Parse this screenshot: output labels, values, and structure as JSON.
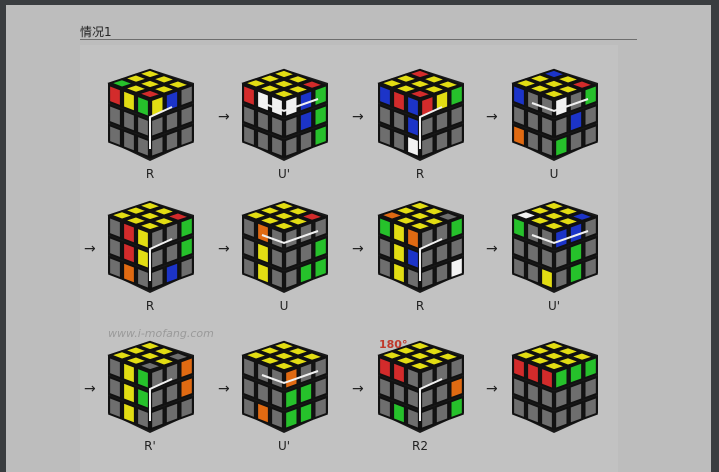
{
  "section_title": "情况1",
  "watermark": "www.i-mofang.com",
  "rotation_label": "180°",
  "arrow_glyph": "→",
  "colors": {
    "page": "#bdbdbd",
    "panel": "#c2c2c2",
    "yellow": "#e2dd13",
    "red": "#d32b2b",
    "blue": "#1c34c8",
    "green": "#26c12b",
    "orange": "#e06a12",
    "white": "#f2f2f2",
    "gray": "#6e6e6e",
    "arrow": "#f0f0f0"
  },
  "steps": [
    {
      "move": "R",
      "top": [
        "g",
        "y",
        "y",
        "y",
        "y",
        "y",
        "r",
        "y",
        "y"
      ],
      "front": [
        "r",
        "y",
        "g",
        "x",
        "x",
        "x",
        "x",
        "x",
        "x"
      ],
      "right": [
        "y",
        "b",
        "x",
        "x",
        "x",
        "x",
        "x",
        "x",
        "x"
      ]
    },
    {
      "move": "U'",
      "top": [
        "y",
        "y",
        "y",
        "y",
        "y",
        "y",
        "y",
        "y",
        "r"
      ],
      "front": [
        "r",
        "w",
        "w",
        "x",
        "x",
        "x",
        "x",
        "x",
        "x"
      ],
      "right": [
        "w",
        "b",
        "g",
        "x",
        "b",
        "g",
        "x",
        "x",
        "g"
      ]
    },
    {
      "move": "R",
      "top": [
        "y",
        "y",
        "r",
        "y",
        "y",
        "y",
        "r",
        "y",
        "y"
      ],
      "front": [
        "b",
        "r",
        "b",
        "x",
        "x",
        "b",
        "x",
        "x",
        "w"
      ],
      "right": [
        "r",
        "y",
        "g",
        "x",
        "x",
        "x",
        "x",
        "x",
        "x"
      ]
    },
    {
      "move": "U",
      "top": [
        "y",
        "y",
        "b",
        "y",
        "y",
        "y",
        "y",
        "y",
        "r"
      ],
      "front": [
        "b",
        "x",
        "x",
        "x",
        "x",
        "x",
        "o",
        "x",
        "x"
      ],
      "right": [
        "w",
        "x",
        "g",
        "x",
        "b",
        "x",
        "g",
        "x",
        "x"
      ]
    },
    {
      "move": "R",
      "top": [
        "y",
        "y",
        "y",
        "y",
        "y",
        "y",
        "y",
        "y",
        "r"
      ],
      "front": [
        "x",
        "r",
        "y",
        "x",
        "r",
        "y",
        "x",
        "o",
        "x"
      ],
      "right": [
        "x",
        "x",
        "g",
        "x",
        "x",
        "g",
        "x",
        "b",
        "x"
      ]
    },
    {
      "move": "U",
      "top": [
        "y",
        "y",
        "y",
        "y",
        "y",
        "y",
        "y",
        "y",
        "r"
      ],
      "front": [
        "x",
        "o",
        "x",
        "x",
        "y",
        "x",
        "x",
        "y",
        "x"
      ],
      "right": [
        "x",
        "x",
        "x",
        "x",
        "x",
        "g",
        "x",
        "g",
        "g"
      ]
    },
    {
      "move": "R",
      "top": [
        "o",
        "y",
        "y",
        "y",
        "y",
        "y",
        "y",
        "y",
        "x"
      ],
      "front": [
        "g",
        "y",
        "o",
        "x",
        "y",
        "b",
        "x",
        "y",
        "x"
      ],
      "right": [
        "x",
        "x",
        "g",
        "x",
        "x",
        "x",
        "x",
        "x",
        "w"
      ]
    },
    {
      "move": "U'",
      "top": [
        "w",
        "y",
        "y",
        "y",
        "y",
        "y",
        "y",
        "y",
        "b"
      ],
      "front": [
        "g",
        "x",
        "x",
        "x",
        "x",
        "x",
        "x",
        "x",
        "y"
      ],
      "right": [
        "b",
        "b",
        "x",
        "x",
        "g",
        "x",
        "x",
        "g",
        "x"
      ]
    },
    {
      "move": "R'",
      "top": [
        "y",
        "y",
        "y",
        "y",
        "y",
        "y",
        "x",
        "y",
        "x"
      ],
      "front": [
        "x",
        "y",
        "g",
        "x",
        "y",
        "g",
        "x",
        "y",
        "x"
      ],
      "right": [
        "x",
        "x",
        "o",
        "x",
        "x",
        "o",
        "x",
        "x",
        "x"
      ]
    },
    {
      "move": "U'",
      "top": [
        "y",
        "y",
        "y",
        "y",
        "y",
        "y",
        "y",
        "y",
        "y"
      ],
      "front": [
        "x",
        "x",
        "x",
        "x",
        "x",
        "x",
        "x",
        "o",
        "x"
      ],
      "right": [
        "o",
        "x",
        "x",
        "g",
        "g",
        "x",
        "g",
        "g",
        "x"
      ]
    },
    {
      "move": "R2",
      "top": [
        "y",
        "y",
        "y",
        "y",
        "y",
        "y",
        "y",
        "y",
        "y"
      ],
      "front": [
        "r",
        "r",
        "x",
        "x",
        "x",
        "x",
        "x",
        "g",
        "x"
      ],
      "right": [
        "x",
        "x",
        "x",
        "x",
        "x",
        "o",
        "x",
        "x",
        "g"
      ]
    },
    {
      "move": "",
      "top": [
        "y",
        "y",
        "y",
        "y",
        "y",
        "y",
        "y",
        "y",
        "y"
      ],
      "front": [
        "r",
        "r",
        "r",
        "x",
        "x",
        "x",
        "x",
        "x",
        "x"
      ],
      "right": [
        "g",
        "g",
        "g",
        "x",
        "x",
        "x",
        "x",
        "x",
        "x"
      ]
    }
  ]
}
